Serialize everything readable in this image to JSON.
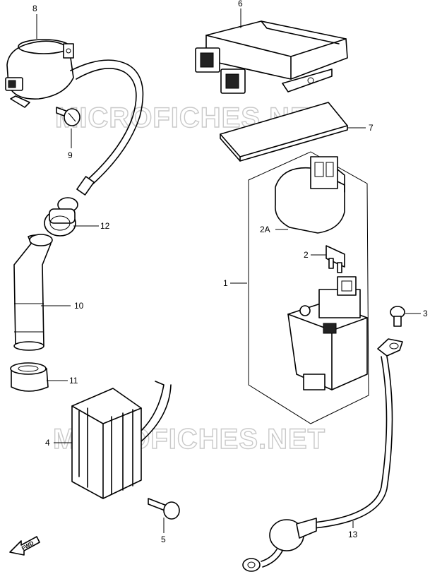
{
  "watermark": {
    "top": "MICROFICHES.NET",
    "bottom": "MICROFICHES.NET"
  },
  "direction_label": "FWD",
  "callouts": [
    {
      "id": "p8",
      "label": "8"
    },
    {
      "id": "p6",
      "label": "6"
    },
    {
      "id": "p9",
      "label": "9"
    },
    {
      "id": "p7",
      "label": "7"
    },
    {
      "id": "p12",
      "label": "12"
    },
    {
      "id": "p2a",
      "label": "2A"
    },
    {
      "id": "p2",
      "label": "2"
    },
    {
      "id": "p1",
      "label": "1"
    },
    {
      "id": "p10",
      "label": "10"
    },
    {
      "id": "p3",
      "label": "3"
    },
    {
      "id": "p11",
      "label": "11"
    },
    {
      "id": "p4",
      "label": "4"
    },
    {
      "id": "p13",
      "label": "13"
    },
    {
      "id": "p5",
      "label": "5"
    }
  ]
}
